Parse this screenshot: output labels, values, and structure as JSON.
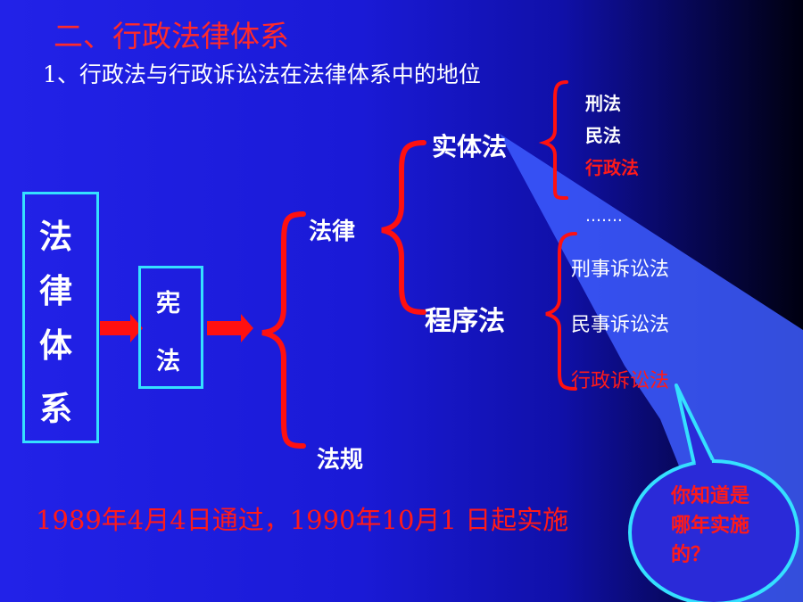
{
  "title": "二、行政法律体系",
  "subtitle_num": "1",
  "subtitle_text": "、行政法与行政诉讼法在法律体系中的地位",
  "legal_system_box": {
    "chars": [
      "法",
      "律",
      "体",
      "系"
    ]
  },
  "constitution_box": {
    "chars": [
      "宪",
      "法"
    ]
  },
  "law": "法律",
  "regulations": "法规",
  "substantive_law": "实体法",
  "procedural_law": "程序法",
  "substantive_items": [
    "刑法",
    "民法",
    "行政法",
    "……."
  ],
  "procedural_items": [
    "刑事诉讼法",
    "民事诉讼法",
    "行政诉讼法"
  ],
  "footer": "1989年4月4日通过，1990年10月1 日起实施",
  "bubble_lines": [
    "你知道是",
    "哪年实施",
    "的？"
  ],
  "colors": {
    "accent_red": "#ff1a1a",
    "box_border": "#35e0ff",
    "text_white": "#ffffff",
    "callout_fill": "#3d5cff"
  }
}
